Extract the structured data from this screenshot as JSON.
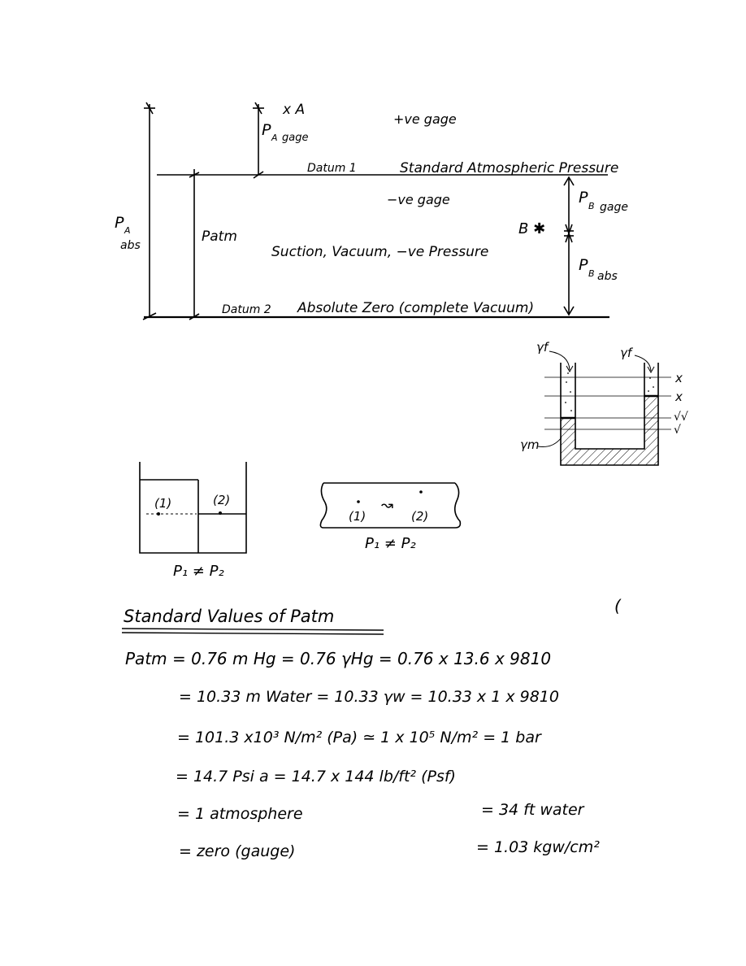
{
  "pressure_diagram": {
    "label_xA": "x A",
    "label_PA_gage_P": "P",
    "label_PA_gage_sub": "A",
    "label_PA_gage_word": "gage",
    "label_positive_gage": "+ve gage",
    "label_datum1": "Datum 1",
    "label_standard_atm": "Standard Atmospheric Pressure",
    "label_negative_gage": "−ve gage",
    "label_PB_gage_P": "P",
    "label_PB_gage_sub": "B",
    "label_PB_gage_word": "gage",
    "label_PA_abs_P": "P",
    "label_PA_abs_sub": "A",
    "label_PA_abs_word": "abs",
    "label_Patm": "Patm",
    "label_B": "B ✱",
    "label_suction": "Suction, Vacuum, −ve Pressure",
    "label_PB_abs_P": "P",
    "label_PB_abs_sub": "B",
    "label_PB_abs_word": "abs",
    "label_datum2": "Datum 2",
    "label_absolute_zero": "Absolute Zero (complete Vacuum)"
  },
  "manometer": {
    "gamma_f_left": "γf",
    "gamma_f_right": "γf",
    "gamma_m": "γm",
    "mark_1": "x",
    "mark_2": "x",
    "mark_3": "√√",
    "mark_4": "√"
  },
  "tank_example": {
    "point_1": "(1)",
    "point_2": "(2)",
    "caption": "P₁ ≠ P₂"
  },
  "pipe_example": {
    "point_1": "(1)",
    "arrow": "↝",
    "point_2": "(2)",
    "caption": "P₁ ≠ P₂"
  },
  "standard_values": {
    "title": "Standard Values of Patm",
    "corner_mark": "(",
    "lines": [
      "Patm  =  0.76 m Hg   =  0.76 γHg  =  0.76 x 13.6 x 9810",
      "=  10.33 m Water  =  10.33 γw  =  10.33 x 1 x 9810",
      "=  101.3 x10³ N/m² (Pa)  ≃  1 x 10⁵ N/m²  =  1 bar",
      "=  14.7 Psi a   =  14.7 x 144 lb/ft² (Psf)",
      "=  1 atmosphere",
      "=  34 ft water",
      "=  zero (gauge)",
      "=  1.03 kgw/cm²"
    ]
  }
}
